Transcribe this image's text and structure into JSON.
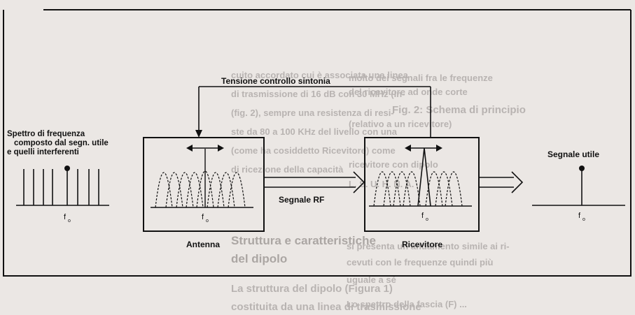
{
  "figure": {
    "feedback_label": "Tensione controllo sintonia",
    "spectrum_caption": [
      "Spettro di frequenza",
      "composto dal segn. utile",
      "e quelli interferenti"
    ],
    "rf_label": "Segnale RF",
    "antenna_label": "Antenna",
    "receiver_label": "Ricevitore",
    "output_label": "Segnale utile",
    "freq_label_main": "f",
    "freq_label_sub": "o"
  },
  "background_text": {
    "mid_lines": [
      "cuito accordato cui è associata una linea",
      "di trasmissione di 16 dB con 30 MHz (In-",
      "(fig. 2), sempre una resistenza di resi-",
      "ste da 80 a 100 KHz del livello con una",
      "(come ha cosiddetto Ricevitore) come",
      "di ricezione della capacità"
    ],
    "heading_lines": [
      "Struttura e caratteristiche",
      "del dipolo"
    ],
    "para_lines": [
      "La struttura del dipolo (Figura 1)",
      "costituita da una linea di trasmissione"
    ],
    "right_lines": [
      "molto dei segnali fra le frequenze",
      "del ricevitore ad onde corte",
      "Fig. 2: Schema di principio",
      "(relativo a un ricevitore)",
      "",
      "ricevitore con dipolo",
      "L. S. U. H. N. A."
    ],
    "bottom_lines": [
      "si presenta un andamento simile ai ri-",
      "cevuti con le frequenze quindi più",
      "uguale a sé",
      "Lo spettro della fascia (F) ..."
    ]
  }
}
